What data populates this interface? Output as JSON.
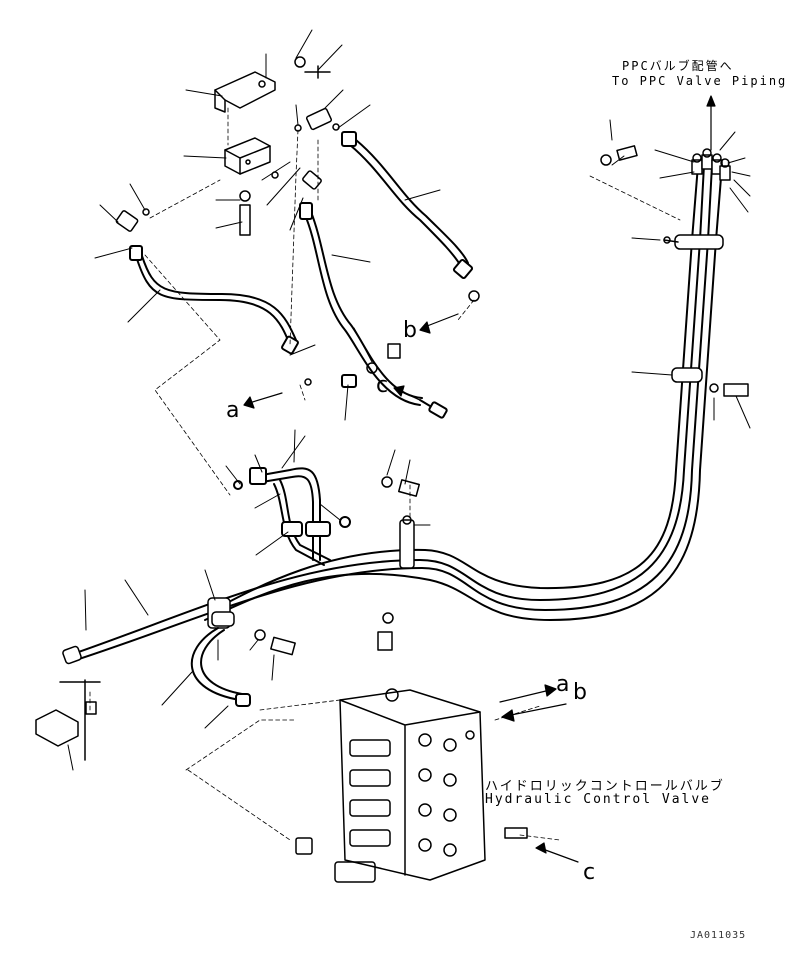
{
  "labels": {
    "ppc_jp": "PPCバルブ配管へ",
    "ppc_en": "To PPC Valve Piping",
    "hcv_jp": "ハイドロリックコントロールバルブ",
    "hcv_en": "Hydraulic Control Valve",
    "figure_code": "JA011035"
  },
  "refs": {
    "a": "a",
    "b": "b",
    "c": "c"
  }
}
